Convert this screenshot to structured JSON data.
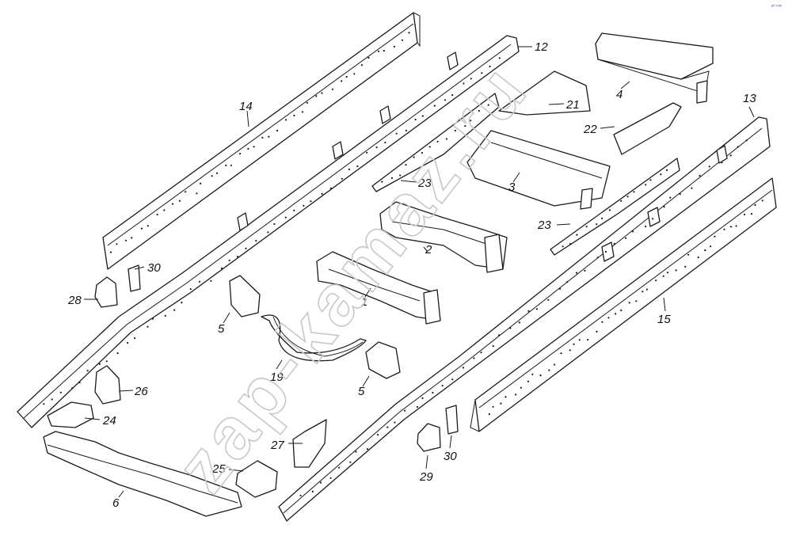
{
  "callouts": {
    "n1": "1",
    "n2": "2",
    "n3": "3",
    "n4": "4",
    "n5a": "5",
    "n5b": "5",
    "n6": "6",
    "n12": "12",
    "n13": "13",
    "n14": "14",
    "n15": "15",
    "n19": "19",
    "n21": "21",
    "n22": "22",
    "n23a": "23",
    "n23b": "23",
    "n24": "24",
    "n25": "25",
    "n26": "26",
    "n27": "27",
    "n28": "28",
    "n29": "29",
    "n30a": "30",
    "n30b": "30"
  },
  "watermark": "zap-kamaz.ru",
  "corner_mark": "ᵃ⁰ ᵐᵐ",
  "colors": {
    "line": "#1a1a1a",
    "watermark": "#c8c8c8",
    "background": "#ffffff"
  }
}
